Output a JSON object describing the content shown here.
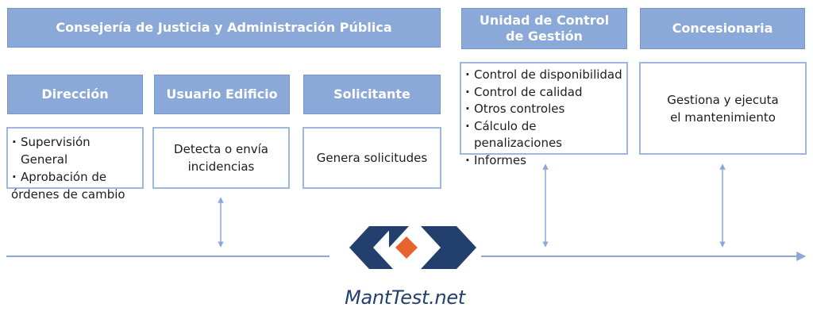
{
  "headers": {
    "consejeria": "Consejería de Justicia y Administración Pública",
    "unidad_line1": "Unidad de Control",
    "unidad_line2": "de Gestión",
    "concesionaria": "Concesionaria",
    "direccion": "Dirección",
    "usuario": "Usuario Edificio",
    "solicitante": "Solicitante"
  },
  "boxes": {
    "direccion_items": [
      "Supervisión General",
      "Aprobación de",
      "órdenes de cambio"
    ],
    "usuario_line1": "Detecta o envía",
    "usuario_line2": "incidencias",
    "solicitante": "Genera solicitudes",
    "unidad_items": [
      "Control de disponibilidad",
      "Control de calidad",
      "Otros controles",
      "Cálculo de penalizaciones",
      "Informes"
    ],
    "concesionaria_line1": "Gestiona y ejecuta",
    "concesionaria_line2": "el mantenimiento"
  },
  "brand": {
    "name": "MantTest.net"
  },
  "colors": {
    "header_fill": "#8aa8d8",
    "box_border": "#9fb6df",
    "line": "#8aa8d8",
    "logo_navy": "#223f6e",
    "logo_orange": "#e8622d"
  }
}
